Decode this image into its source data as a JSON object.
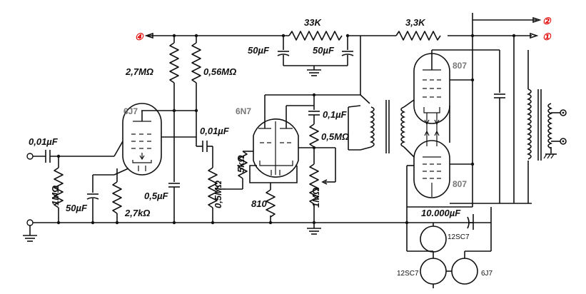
{
  "tubes": {
    "input_tube": "6J7",
    "phase_inverter": "6N7",
    "output_tube_top": "807",
    "output_tube_bottom": "807",
    "rectifier_1": "12SC7",
    "rectifier_2": "12SC7",
    "heater_tube": "6J7"
  },
  "components": {
    "input_cap": "0,01µF",
    "grid_resistor": "1MΩ",
    "cathode_cap_1": "50µF",
    "cathode_res_1": "2,7kΩ",
    "screen_cap": "0,5µF",
    "plate_res_1": "2,7MΩ",
    "screen_res_1": "0,56MΩ",
    "coupling_cap": "0,01µF",
    "pot_1": "0,5MΩ",
    "grid_res_5k": "5kΩ",
    "cathode_res_810": "810",
    "coupling_cap_2": "0,1µF",
    "res_05": "0,5MΩ",
    "pot_2": "1MΩ",
    "filter_res_33k": "33K",
    "filter_cap_a": "50µF",
    "filter_cap_b": "50µF",
    "res_33k": "3,3K",
    "main_filter_cap": "10.000µF"
  },
  "nodes": {
    "node_1": "①",
    "node_2": "②",
    "node_4": "④"
  }
}
